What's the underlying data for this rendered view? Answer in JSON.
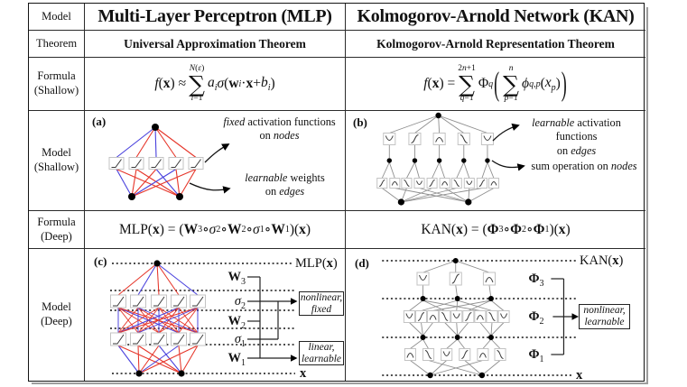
{
  "colors": {
    "red_edge": "#e63529",
    "blue_edge": "#4840dd",
    "gray_edge": "#8f8f8f",
    "line_black": "#111111"
  },
  "row_labels": [
    "Model",
    "Theorem",
    "Formula (Shallow)",
    "Model (Shallow)",
    "Formula (Deep)",
    "Model (Deep)"
  ],
  "mlp": {
    "title": "Multi-Layer Perceptron (MLP)",
    "theorem": "Universal Approximation Theorem",
    "formula_shallow_html": "<i>f</i>(<b>x</b>) ≈ <span class='bigop'><span class='lim'><i>N</i>(<i>ε</i>)</span><span class='op'>∑</span><span class='lim'><i>i</i>=1</span></span><i>a<sub>i</sub></i><i>σ</i>(<b>w</b><sub><i>i</i></sub> · <b>x</b> + <i>b<sub>i</sub></i>)",
    "formula_deep_html": "MLP(<b>x</b>) = (<b>W</b><sub>3</sub> ∘ <i>σ</i><sub>2</sub> ∘ <b>W</b><sub>2</sub> ∘ <i>σ</i><sub>1</sub> ∘ <b>W</b><sub>1</sub>)(<b>x</b>)",
    "shallow": {
      "tag": "(a)",
      "ann_nodes_html": "<i>fixed</i> activation functions<br>on <i>nodes</i>",
      "ann_edges_html": "<i>learnable</i> weights<br>on <i>edges</i>"
    },
    "deep": {
      "tag": "(c)",
      "output_html": "MLP(<b>x</b>)",
      "input_html": "<b>x</b>",
      "layers_html": [
        "<b>W</b><sub>3</sub>",
        "<i>σ</i><sub>2</sub>",
        "<b>W</b><sub>2</sub>",
        "<i>σ</i><sub>1</sub>",
        "<b>W</b><sub>1</sub>"
      ],
      "legend_top_html": "nonlinear,<br>fixed",
      "legend_bottom_html": "linear,<br>learnable"
    }
  },
  "kan": {
    "title": "Kolmogorov-Arnold Network (KAN)",
    "theorem": "Kolmogorov-Arnold Representation Theorem",
    "formula_shallow_html": "<i>f</i>(<b>x</b>) = <span class='bigop'><span class='lim'>2<i>n</i>+1</span><span class='op'>∑</span><span class='lim'><i>q</i>=1</span></span>Φ<sub><i>q</i></sub> <span class='bigpar'>(</span><span class='bigop'><span class='lim'><i>n</i></span><span class='op'>∑</span><span class='lim'><i>p</i>=1</span></span><i>ϕ</i><sub><i>q</i>,<i>p</i></sub>(<i>x<sub>p</sub></i>)<span class='bigpar'>)</span>",
    "formula_deep_html": "KAN(<b>x</b>) = (<b>Φ</b><sub>3</sub> ∘ <b>Φ</b><sub>2</sub> ∘ <b>Φ</b><sub>1</sub>)(<b>x</b>)",
    "shallow": {
      "tag": "(b)",
      "ann_edges_html": "<i>learnable</i> activation functions<br>on <i>edges</i>",
      "ann_nodes_html": "sum operation on <i>nodes</i>"
    },
    "deep": {
      "tag": "(d)",
      "output_html": "KAN(<b>x</b>)",
      "input_html": "<b>x</b>",
      "layers_html": [
        "<b>Φ</b><sub>3</sub>",
        "<b>Φ</b><sub>2</sub>",
        "<b>Φ</b><sub>1</sub>"
      ],
      "legend_html": "nonlinear,<br>learnable"
    }
  }
}
